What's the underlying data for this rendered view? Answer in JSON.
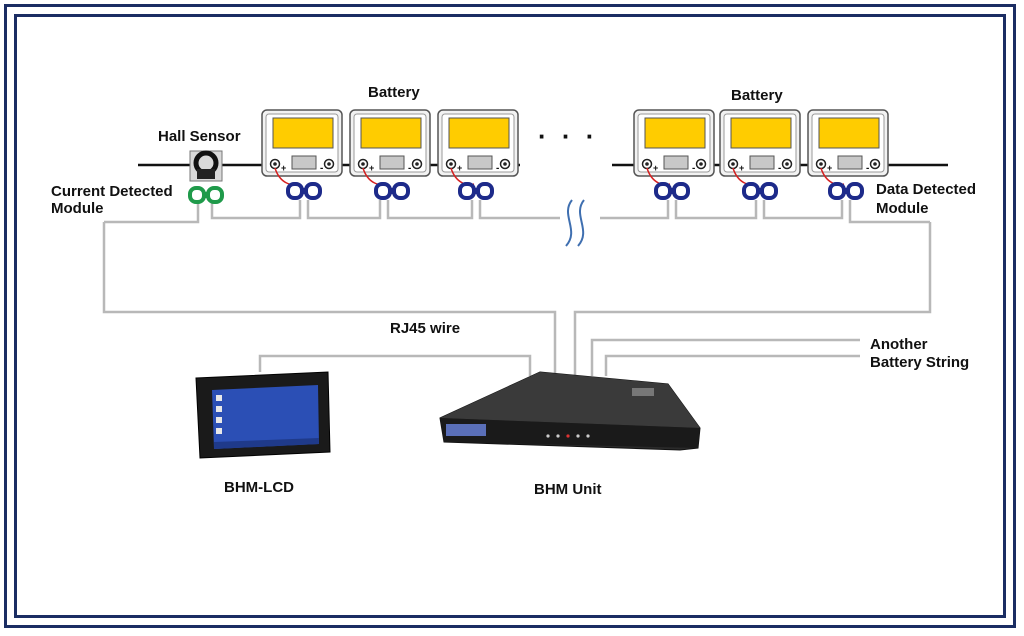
{
  "labels": {
    "battery_left": "Battery",
    "battery_right": "Battery",
    "hall_sensor": "Hall Sensor",
    "current_module_line1": "Current Detected",
    "current_module_line2": "Module",
    "data_module_line1": "Data Detected",
    "data_module_line2": "Module",
    "ellipsis": "· · ·",
    "rj45": "RJ45 wire",
    "another_line1": "Another",
    "another_line2": "Battery String",
    "bhm_lcd": "BHM-LCD",
    "bhm_unit": "BHM Unit"
  },
  "terminals": {
    "plus": "+",
    "minus": "-"
  },
  "colors": {
    "frame": "#1b2d63",
    "battery_display": "#ffcc00",
    "battery_body": "#f2f2f2",
    "connector_data": "#1d2a8a",
    "connector_current": "#1f9a4a",
    "wire": "#b8b8b8",
    "cable": "#111111",
    "jumper": "#d62020"
  },
  "icons": {
    "battery": "battery-icon",
    "hall_sensor": "hall-sensor-icon",
    "connector": "clip-connector-icon",
    "lcd": "touch-lcd-monitor-icon",
    "unit": "rack-unit-icon"
  }
}
